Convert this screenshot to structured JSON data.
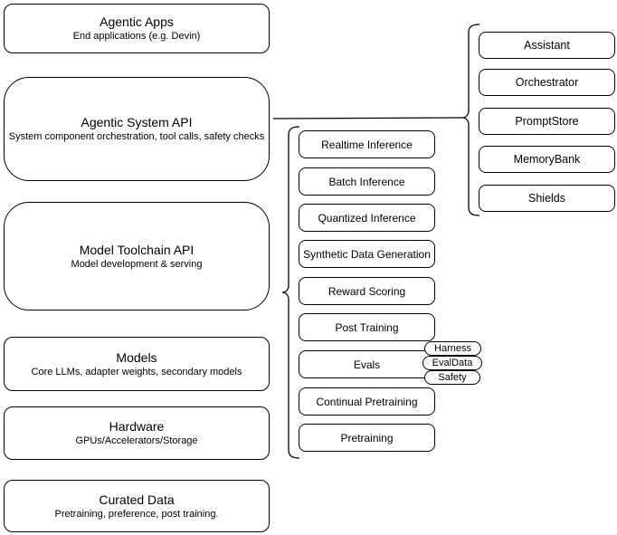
{
  "diagram": {
    "stack": [
      {
        "title": "Agentic Apps",
        "subtitle": "End applications (e.g. Devin)"
      },
      {
        "title": "Agentic System API",
        "subtitle": "System component orchestration, tool calls, safety checks"
      },
      {
        "title": "Model Toolchain API",
        "subtitle": "Model development & serving"
      },
      {
        "title": "Models",
        "subtitle": "Core LLMs, adapter weights, secondary models"
      },
      {
        "title": "Hardware",
        "subtitle": "GPUs/Accelerators/Storage"
      },
      {
        "title": "Curated Data",
        "subtitle": "Pretraining, preference, post training."
      }
    ],
    "toolchain_items": [
      "Realtime Inference",
      "Batch Inference",
      "Quantized Inference",
      "Synthetic Data Generation",
      "Reward Scoring",
      "Post Training",
      "Evals",
      "Continual Pretraining",
      "Pretraining"
    ],
    "evals_tags": [
      "Harness",
      "EvalData",
      "Safety"
    ],
    "system_components": [
      "Assistant",
      "Orchestrator",
      "PromptStore",
      "MemoryBank",
      "Shields"
    ],
    "colors": {
      "stroke": "#000000",
      "fill": "#ffffff",
      "background": "#ffffff"
    }
  }
}
